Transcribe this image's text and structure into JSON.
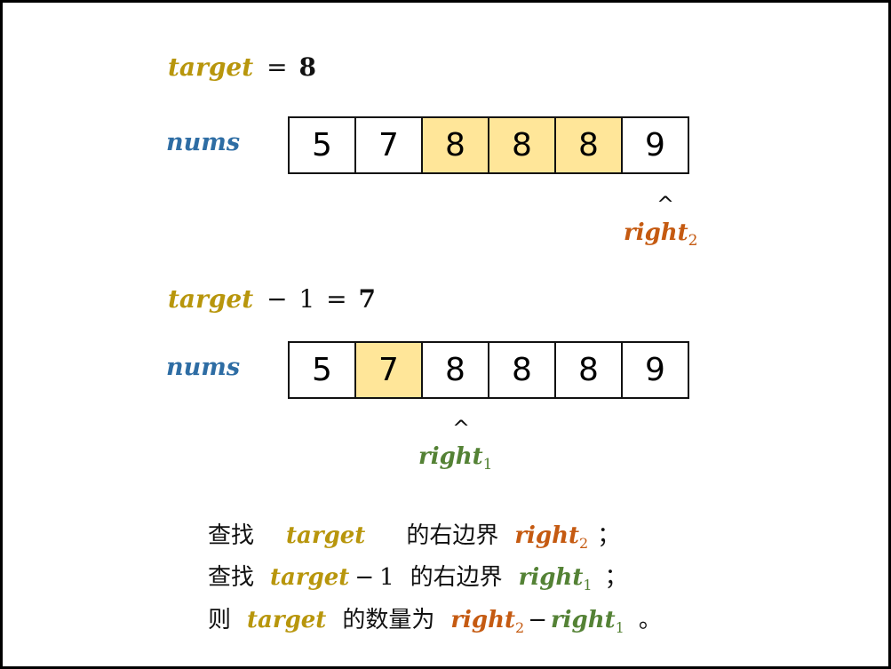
{
  "colors": {
    "target": "#B8960C",
    "nums": "#2E6DA4",
    "right2": "#C55A11",
    "right1": "#548235",
    "highlight": "#FFE699",
    "border": "#111111"
  },
  "top": {
    "target_word": "target",
    "equals": "=",
    "value": "8",
    "nums_label": "nums",
    "cells": [
      "5",
      "7",
      "8",
      "8",
      "8",
      "9"
    ],
    "highlighted": [
      false,
      false,
      true,
      true,
      true,
      false
    ],
    "caret": "^",
    "pointer_name": "right",
    "pointer_sub": "2"
  },
  "bottom": {
    "target_word": "target",
    "minus": "−",
    "one": "1",
    "equals": "=",
    "value": "7",
    "nums_label": "nums",
    "cells": [
      "5",
      "7",
      "8",
      "8",
      "8",
      "9"
    ],
    "highlighted": [
      false,
      true,
      false,
      false,
      false,
      false
    ],
    "caret": "^",
    "pointer_name": "right",
    "pointer_sub": "1"
  },
  "desc": {
    "line1": {
      "prefix": "查找",
      "target": "target",
      "mid": "的右边界",
      "r": "right",
      "sub": "2",
      "end": "；"
    },
    "line2": {
      "prefix": "查找",
      "target": "target",
      "minus": "−",
      "one": "1",
      "mid": "的右边界",
      "r": "right",
      "sub": "1",
      "end": "；"
    },
    "line3": {
      "prefix": "则",
      "target": "target",
      "mid": "的数量为",
      "r2": "right",
      "sub2": "2",
      "minus": "−",
      "r1": "right",
      "sub1": "1",
      "end": "。"
    }
  }
}
